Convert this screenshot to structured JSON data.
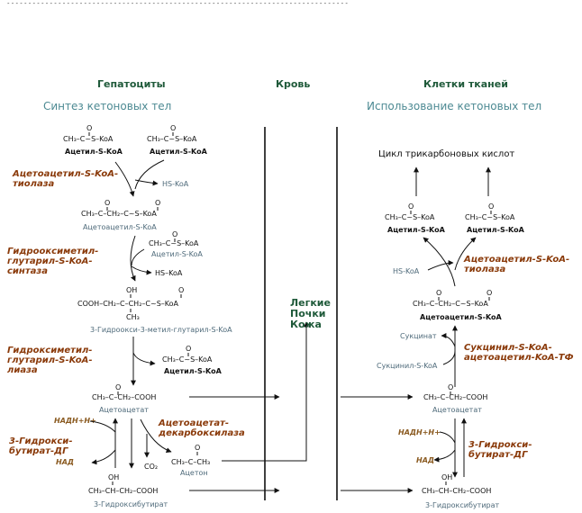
{
  "top_rule": "- - - - - - - - - - - - - - - - - - - - - - - - - - - - - - - - - - - - - - - - - - - - - - - - - - - - - - - - - - - - - - - - - - - - - - - - - - - - - - - -",
  "headers": {
    "hepatocytes": "Гепатоциты",
    "blood": "Кровь",
    "tissue_cells": "Клетки тканей"
  },
  "subtitles": {
    "synthesis": "Синтез кетоновых тел",
    "utilization": "Использование кетоновых тел"
  },
  "left": {
    "acetyl1_formula": "CH₃–C~S–KoA",
    "acetyl1_name": "Ацетил-S-KoA",
    "acetyl2_formula": "CH₃–C~S–KoA",
    "acetyl2_name": "Ацетил-S-KoA",
    "enzyme1": [
      "Ацетоацетил-S-KoA-",
      "тиолаза"
    ],
    "hs_koa": "HS-KoA",
    "acac_coa_formula": "CH₃–C–CH₂–C~S–KoA",
    "acac_coa_name": "Ацетоацетил-S-KoA",
    "enzyme2": [
      "Гидрооксиметил-",
      "глутарил-S-KoA-",
      "синтаза"
    ],
    "acetyl3_formula": "CH₃–C~S–KoA",
    "acetyl3_name": "Ацетил-S-KoA",
    "hs_koa2": "HS–KoA",
    "hmg_oh": "OH",
    "hmg_formula": "COOH–CH₂–C–CH₂–C~S–KoA",
    "hmg_ch3": "CH₃",
    "hmg_name": "3-Гидроокси-3-метил-глутарил-S-KoA",
    "enzyme3": [
      "Гидроксиметил-",
      "глутарил-S-KoA-",
      "лиаза"
    ],
    "acetyl4_formula": "CH₃–C~S–KoA",
    "acetyl4_name": "Ацетил-S-KoA",
    "acac_formula": "CH₃–C–CH₂–COOH",
    "acac_name": "Ацетоацетат",
    "nadh": "НАДН+Н+",
    "nad": "НАД",
    "enzyme4": [
      "3-Гидрокси-",
      "бутират-ДГ"
    ],
    "enzyme5": [
      "Ацетоацетат-",
      "декарбоксилаза"
    ],
    "co2": "CO₂",
    "acetone_formula": "CH₃–C–CH₃",
    "acetone_name": "Ацетон",
    "hb_oh": "OH",
    "hb_formula": "CH₃–CH–CH₂–COOH",
    "hb_name": "3-Гидроксибутират"
  },
  "middle": {
    "organs": [
      "Легкие",
      "Почки",
      "Кожа"
    ]
  },
  "right": {
    "tca": "Цикл трикарбоновых кислот",
    "acetyl1_formula": "CH₃–C~S–KoA",
    "acetyl1_name": "Ацетил-S-KoA",
    "acetyl2_formula": "CH₃–C~S–KoA",
    "acetyl2_name": "Ацетил-S-KoA",
    "hs_koa": "HS-KoA",
    "enzyme1": [
      "Ацетоацетил-S-KoA-",
      "тиолаза"
    ],
    "acac_coa_formula": "CH₃–C–CH₂–C~S–KoA",
    "acac_coa_name": "Ацетоацетил-S-KoA",
    "succinate": "Сукцинат",
    "succinyl_coa": "Сукцинил-S-KoA",
    "enzyme2": [
      "Сукцинил-S-KoA-",
      "ацетоацетил-KoA-ТФ"
    ],
    "acac_formula": "CH₃–C–CH₂–COOH",
    "acac_name": "Ацетоацетат",
    "nadh": "НАДН+Н+",
    "nad": "НАД",
    "enzyme3": [
      "3-Гидрокси-",
      "бутират-ДГ"
    ],
    "hb_oh": "OH",
    "hb_formula": "CH₃–CH–CH₂–COOH",
    "hb_name": "3-Гидроксибутират"
  }
}
